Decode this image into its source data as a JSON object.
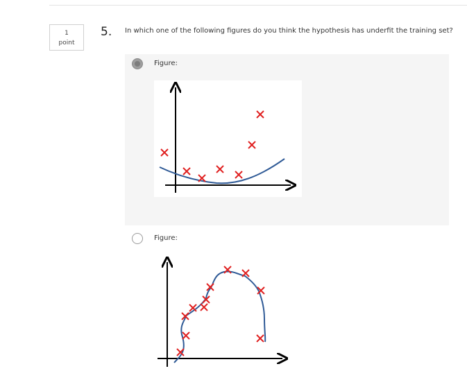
{
  "question": {
    "number": "5.",
    "points_value": "1",
    "points_label": "point",
    "text": "In which one of the following figures do you think the hypothesis has underfit the training set?"
  },
  "options": [
    {
      "label": "Figure:",
      "selected": true
    },
    {
      "label": "Figure:",
      "selected": false
    }
  ],
  "colors": {
    "marker": "#e02020",
    "curve": "#2f5a96",
    "axis": "#000000",
    "selected_panel": "#f5f5f5"
  }
}
